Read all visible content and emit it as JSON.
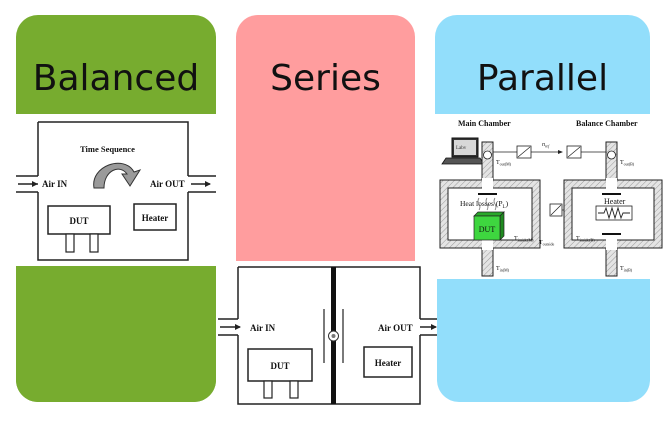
{
  "colors": {
    "balanced": "#77ac2f",
    "series": "#ff9d9e",
    "parallel": "#92defb",
    "diagram_stroke": "#222222",
    "dut_box_fill": "#3ed63f"
  },
  "panels": {
    "balanced": {
      "title": "Balanced",
      "diagram": {
        "time_sequence": "Time Sequence",
        "air_in": "Air IN",
        "air_out": "Air OUT",
        "dut": "DUT",
        "heater": "Heater"
      }
    },
    "series": {
      "title": "Series",
      "diagram": {
        "air_in": "Air IN",
        "air_out": "Air OUT",
        "dut": "DUT",
        "heater": "Heater"
      }
    },
    "parallel": {
      "title": "Parallel",
      "diagram": {
        "main_chamber": "Main Chamber",
        "balance_chamber": "Balance Chamber",
        "heat_losses": "Heat losses (P",
        "heat_losses_sub": "L",
        "heat_losses_close": ")",
        "dut": "DUT",
        "heater": "Heater",
        "n_ref": "n",
        "n_ref_sub": "ref",
        "t_out_m": "T",
        "t_out_m_sub": "out(M)",
        "t_out_b": "T",
        "t_out_b_sub": "out(B)",
        "t_inside_m": "T",
        "t_inside_m_sub": "inside(M)",
        "t_inside_b": "T",
        "t_inside_b_sub": "inside(B)",
        "t_outside": "T",
        "t_outside_sub": "outside",
        "t_in_m": "T",
        "t_in_m_sub": "in(M)",
        "t_in_b": "T",
        "t_in_b_sub": "in(B)",
        "laptop_label": "Labv"
      }
    }
  }
}
